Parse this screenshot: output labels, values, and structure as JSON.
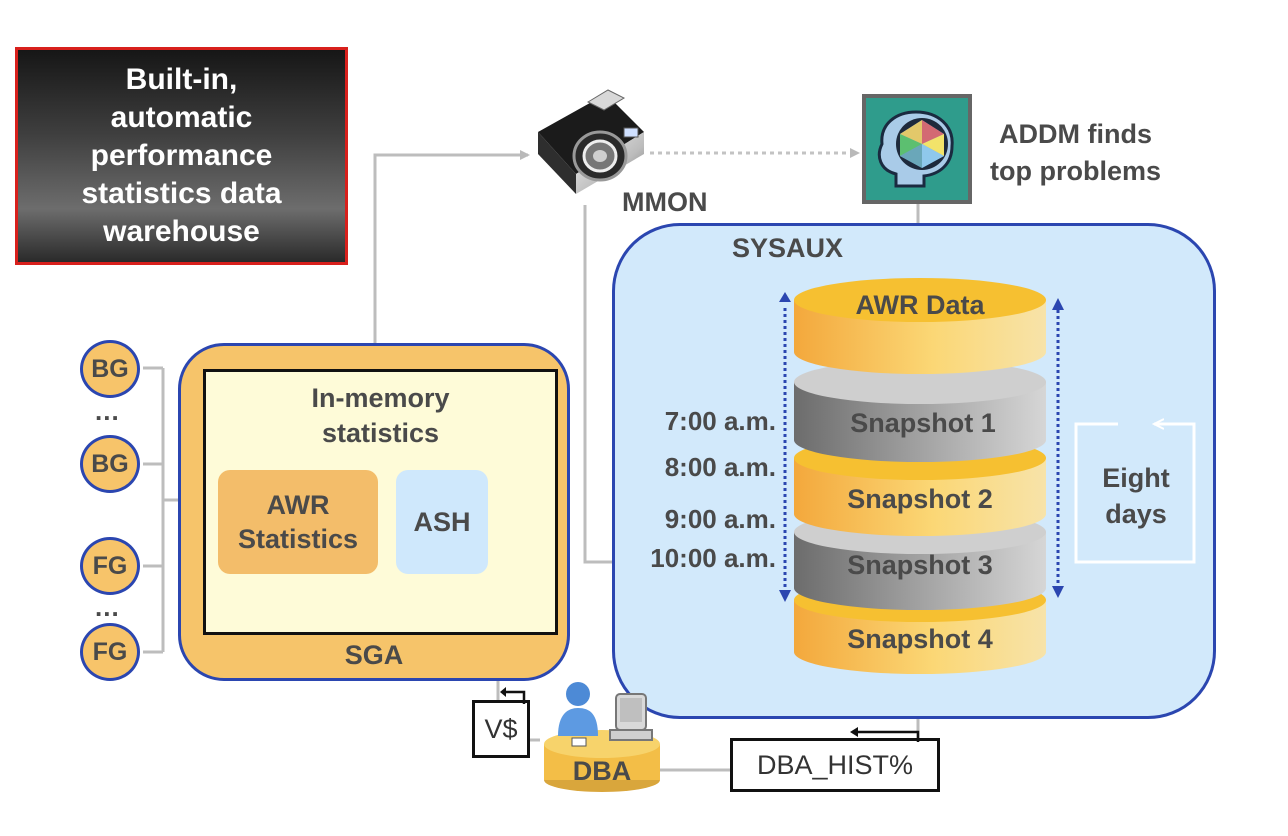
{
  "title_box": {
    "line1": "Built-in,",
    "line2": "automatic",
    "line3": "performance",
    "line4": "statistics data",
    "line5": "warehouse"
  },
  "processes": {
    "bg": "BG",
    "fg": "FG",
    "ellipsis": "..."
  },
  "sga": {
    "inmemory_line1": "In-memory",
    "inmemory_line2": "statistics",
    "awr_line1": "AWR",
    "awr_line2": "Statistics",
    "ash": "ASH",
    "label": "SGA"
  },
  "mmon": {
    "label": "MMON"
  },
  "addm": {
    "line1": "ADDM finds",
    "line2": "top problems"
  },
  "sysaux": {
    "label": "SYSAUX"
  },
  "stack": {
    "awr_data": "AWR Data",
    "snap1": "Snapshot 1",
    "snap2": "Snapshot 2",
    "snap3": "Snapshot 3",
    "snap4": "Snapshot 4"
  },
  "times": [
    "7:00 a.m.",
    "8:00 a.m.",
    "9:00 a.m.",
    "10:00 a.m."
  ],
  "retention": {
    "line1": "Eight",
    "line2": "days"
  },
  "views": {
    "vdollar": "V$",
    "dba_hist": "DBA_HIST%",
    "dba": "DBA"
  },
  "colors": {
    "orange": "#f6c46a",
    "blue_border": "#2b46b0",
    "sysaux_fill": "#d2e9fb",
    "red_border": "#d8201c"
  }
}
